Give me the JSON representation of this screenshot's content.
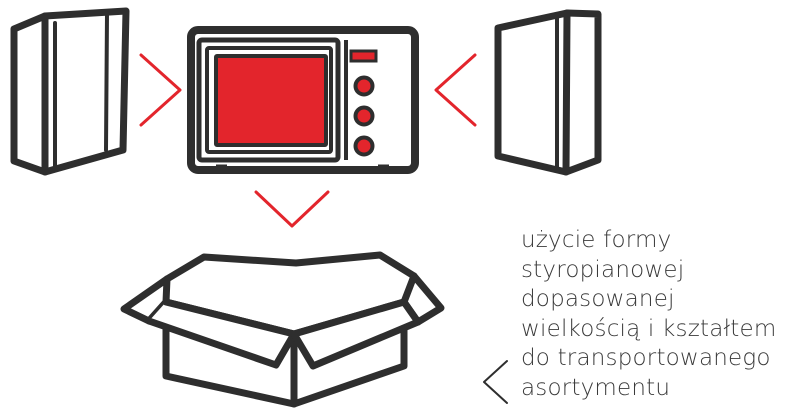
{
  "colors": {
    "outline": "#2e2e2e",
    "accent": "#e3252c",
    "text": "#3a3a3a",
    "background": "#ffffff"
  },
  "icons": {
    "left_panel": "foam-panel-left-icon",
    "right_panel": "foam-panel-right-icon",
    "microwave": "microwave-icon",
    "box": "open-cardboard-box-icon"
  },
  "caption": {
    "lines": [
      "użycie formy",
      "styropianowej",
      "dopasowanej",
      "wielkością i kształtem",
      "do transportowanego",
      "asortymentu"
    ]
  }
}
